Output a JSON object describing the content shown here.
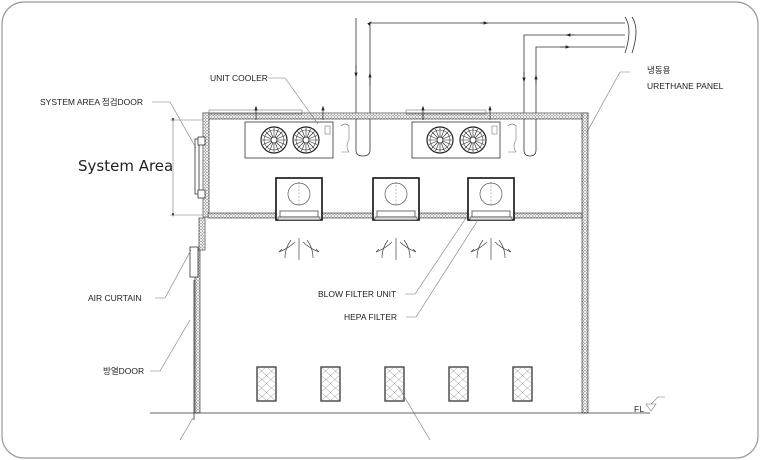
{
  "labels": {
    "unit_cooler": "UNIT COOLER",
    "system_area_door": "SYSTEM AREA 점검DOOR",
    "system_area": "System Area",
    "panel_korean": "냉동용",
    "urethane_panel": "URETHANE PANEL",
    "air_curtain": "AIR CURTAIN",
    "insulated_door": "방열DOOR",
    "blow_filter_unit": "BLOW FILTER UNIT",
    "hepa_filter": "HEPA FILTER",
    "floor_level": "FL"
  },
  "colors": {
    "line": "#333333",
    "frame": "#999999",
    "background": "#ffffff"
  }
}
